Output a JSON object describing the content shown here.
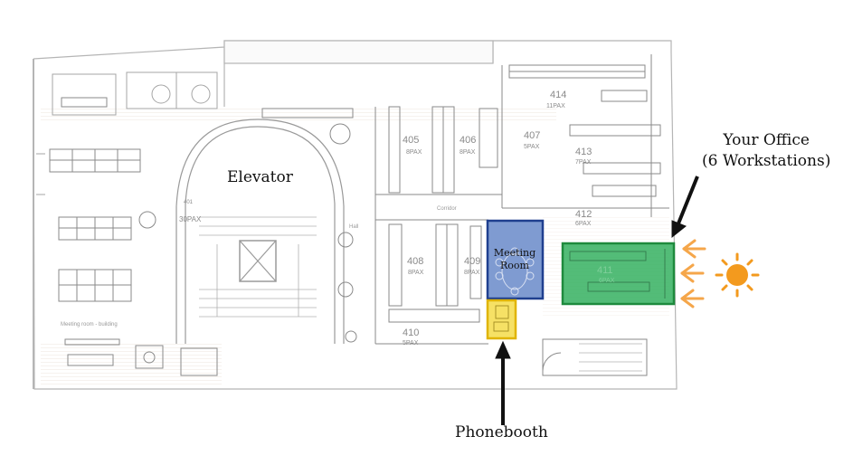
{
  "labels": {
    "elevator": "Elevator",
    "meeting_room": "Meeting Room",
    "your_office_line1": "Your Office",
    "your_office_line2": "(6 Workstations)",
    "phonebooth": "Phonebooth"
  },
  "rooms": {
    "r414": "414",
    "r414_pax": "11PAX",
    "r413": "413",
    "r413_pax": "7PAX",
    "r412": "412",
    "r412_pax": "6PAX",
    "r411": "411",
    "r411_pax": "6PAX",
    "r405": "405",
    "r405_pax": "8PAX",
    "r406": "406",
    "r406_pax": "8PAX",
    "r407": "407",
    "r407_pax": "5PAX",
    "r408": "408",
    "r408_pax": "8PAX",
    "r409": "409",
    "r409_pax": "8PAX",
    "r410": "410",
    "r410_pax": "5PAX",
    "r401": "401",
    "r401_pax": "30PAX",
    "corridor": "Corridor",
    "hall": "Hall",
    "meeting_room_small": "Meeting room - building"
  },
  "colors": {
    "meeting_room_fill": "#5b7fc4",
    "meeting_room_border": "#1f3f8f",
    "office_fill": "#35b060",
    "office_border": "#1e8a3d",
    "phonebooth_fill": "#f5dc4a",
    "phonebooth_border": "#e0b400",
    "sun": "#f39a1e",
    "sun_arrows": "#f5a64a",
    "pointer_arrows": "#111111"
  },
  "icons": [
    "sun-icon",
    "arrow-icon"
  ]
}
